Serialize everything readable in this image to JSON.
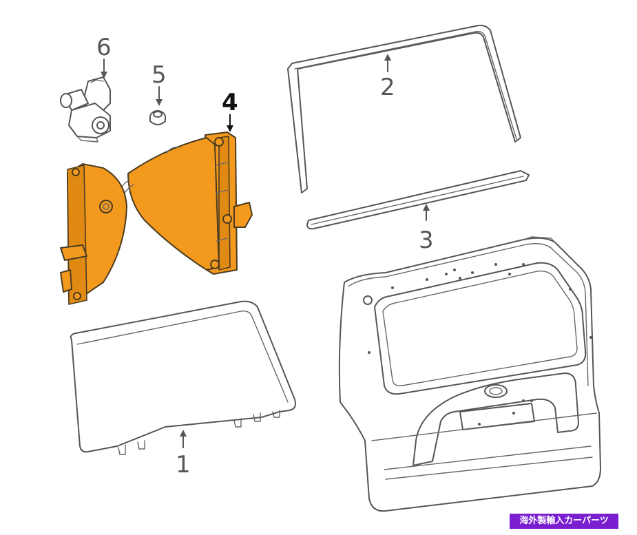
{
  "callouts": {
    "c1": "1",
    "c2": "2",
    "c3": "3",
    "c4": "4",
    "c5": "5",
    "c6": "6"
  },
  "watermark": "海外製輸入カーパーツ",
  "colors": {
    "highlight_part": "#f39a1e",
    "watermark_bg": "#7a1fd0"
  }
}
